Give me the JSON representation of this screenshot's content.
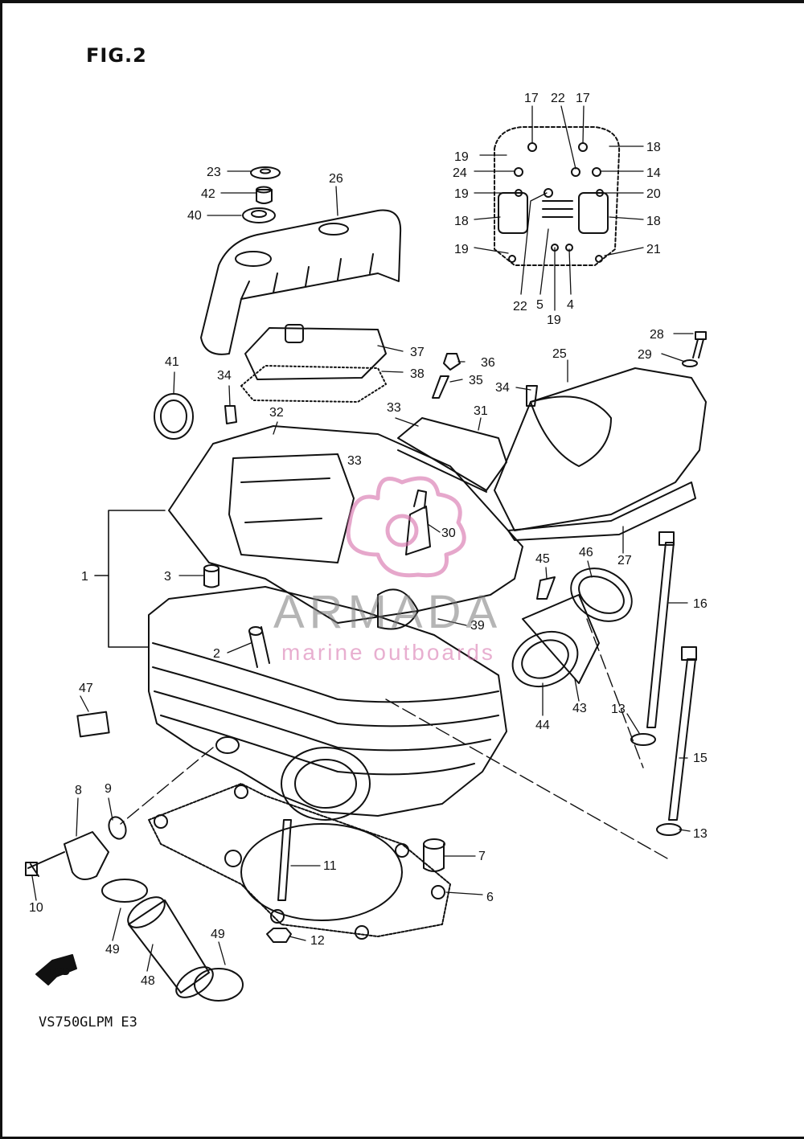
{
  "title": "FIG.2",
  "model": "VS750GLPM E3",
  "direction_label": "FWD",
  "watermark": {
    "name": "ARMADA",
    "tagline": "marine outboards",
    "color": "#d66eaa"
  },
  "callouts": [
    "1",
    "2",
    "3",
    "4",
    "5",
    "6",
    "7",
    "8",
    "9",
    "10",
    "11",
    "12",
    "13",
    "13",
    "14",
    "15",
    "16",
    "17",
    "17",
    "18",
    "18",
    "18",
    "19",
    "19",
    "19",
    "19",
    "20",
    "21",
    "22",
    "22",
    "23",
    "24",
    "25",
    "26",
    "27",
    "28",
    "29",
    "30",
    "31",
    "32",
    "33",
    "33",
    "34",
    "34",
    "35",
    "36",
    "37",
    "38",
    "39",
    "40",
    "41",
    "42",
    "43",
    "44",
    "45",
    "46",
    "47",
    "48",
    "49",
    "49"
  ]
}
